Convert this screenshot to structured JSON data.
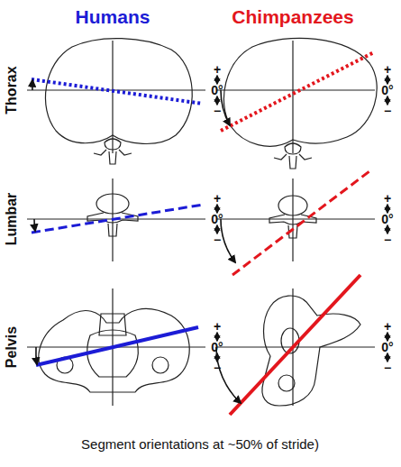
{
  "diagram": {
    "caption": "Segment orientations at ~50% of stride)",
    "labels": [
      "Humans",
      "Chimpanzees",
      "Thorax",
      "+",
      "0°",
      "−",
      "+",
      "0°",
      "−",
      "Lumbar",
      "+",
      "0°",
      "−",
      "+",
      "0°",
      "−",
      "Pelvis",
      "+",
      "0°",
      "−",
      "+",
      "0°",
      "−"
    ]
  }
}
